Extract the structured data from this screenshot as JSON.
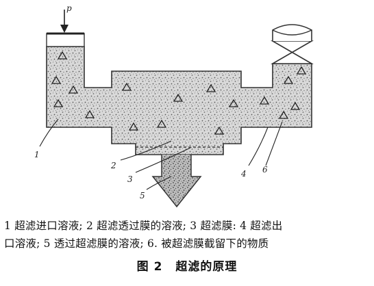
{
  "diagram": {
    "piston_label": "p",
    "callout_labels": [
      "1",
      "2",
      "3",
      "4",
      "5",
      "6"
    ]
  },
  "caption": {
    "line1": "1 超滤进口溶液; 2 超滤透过膜的溶液; 3 超滤膜: 4 超滤出",
    "line2": "口溶液; 5 透过超滤膜的溶液; 6. 被超滤膜截留下的物质",
    "figure_number": "图 2",
    "figure_title": "超滤的原理"
  }
}
